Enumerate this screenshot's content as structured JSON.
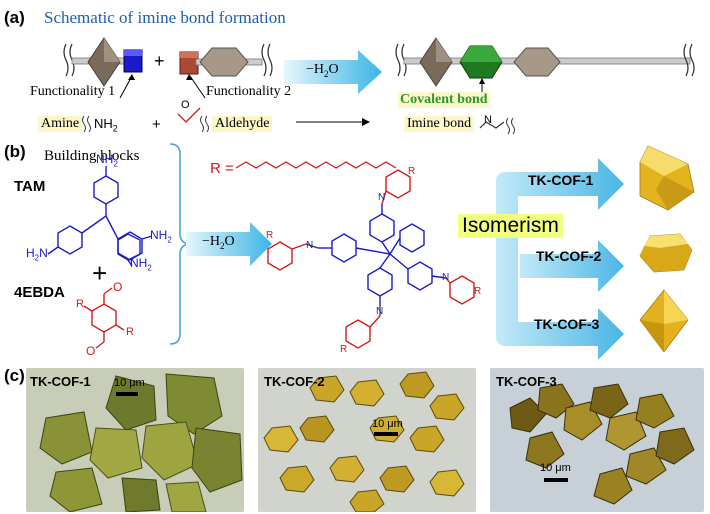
{
  "panel_labels": {
    "a": "(a)",
    "b": "(b)",
    "c": "(c)"
  },
  "panel_a": {
    "title": "Schematic of imine bond formation",
    "plus": "+",
    "functionality_1": "Functionality 1",
    "functionality_2": "Functionality 2",
    "amine": "Amine",
    "nh2": "NH",
    "nh2_sub": "2",
    "aldehyde": "Aldehyde",
    "aldehyde_o": "O",
    "arrow_label": "−H",
    "arrow_label_sub": "2",
    "arrow_label_tail": "O",
    "covalent_bond": "Covalent bond",
    "imine_bond": "Imine bond",
    "imine_n": "N"
  },
  "panel_b": {
    "building_blocks": "Building blocks",
    "tam": "TAM",
    "ebda": "4EBDA",
    "nh2": "NH",
    "nh2_sub": "2",
    "h2n": "H",
    "h2n_sub": "2",
    "h2n_tail": "N",
    "o": "O",
    "r": "R",
    "n": "N",
    "plus": "+",
    "r_def": "R =",
    "arrow_label": "−H",
    "arrow_label_sub": "2",
    "arrow_label_tail": "O",
    "isomerism": "Isomerism",
    "cofs": [
      "TK-COF-1",
      "TK-COF-2",
      "TK-COF-3"
    ]
  },
  "panel_c": {
    "images": [
      {
        "label": "TK-COF-1",
        "scale": "10 μm"
      },
      {
        "label": "TK-COF-2",
        "scale": "10 μm"
      },
      {
        "label": "TK-COF-3",
        "scale": "10 μm"
      }
    ]
  },
  "colors": {
    "title_blue": "#1f5fa8",
    "amine_blue": "#1a1ac8",
    "aldehyde_red": "#d41a1a",
    "arrow_cyan": "#3ab5e6",
    "crystal_gold": "#e0b020",
    "covalent_green": "#2a9a2a"
  }
}
